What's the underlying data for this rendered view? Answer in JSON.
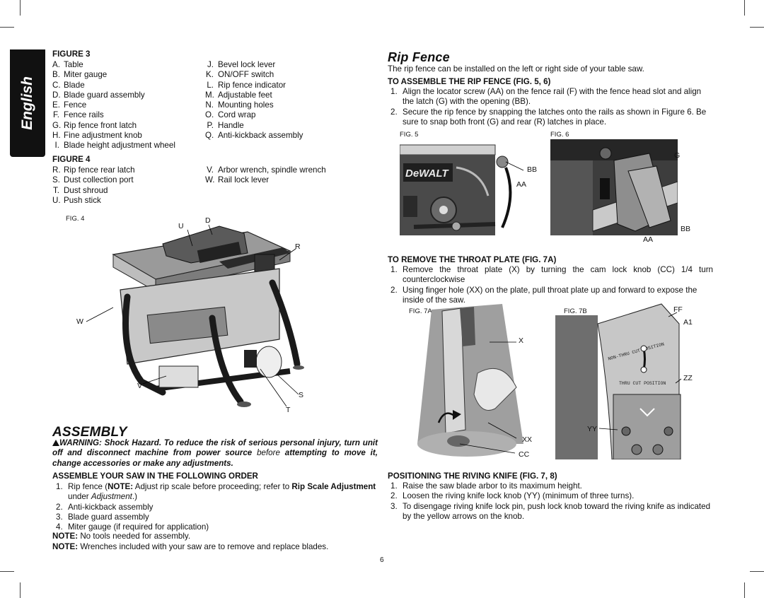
{
  "language_tab": "English",
  "page_number": "6",
  "fig3": {
    "heading": "FIGURE 3",
    "left": [
      {
        "k": "A.",
        "v": "Table"
      },
      {
        "k": "B.",
        "v": "Miter gauge"
      },
      {
        "k": "C.",
        "v": "Blade"
      },
      {
        "k": "D.",
        "v": "Blade guard assembly"
      },
      {
        "k": "E.",
        "v": "Fence"
      },
      {
        "k": "F.",
        "v": "Fence rails"
      },
      {
        "k": "G.",
        "v": "Rip fence front latch"
      },
      {
        "k": "H.",
        "v": "Fine adjustment knob"
      },
      {
        "k": "I.",
        "v": "Blade height adjustment wheel"
      }
    ],
    "right": [
      {
        "k": "J.",
        "v": "Bevel lock lever"
      },
      {
        "k": "K.",
        "v": "ON/OFF switch"
      },
      {
        "k": "L.",
        "v": "Rip fence indicator"
      },
      {
        "k": "M.",
        "v": "Adjustable feet"
      },
      {
        "k": "N.",
        "v": "Mounting holes"
      },
      {
        "k": "O.",
        "v": "Cord wrap"
      },
      {
        "k": "P.",
        "v": "Handle"
      },
      {
        "k": "Q.",
        "v": "Anti-kickback assembly"
      }
    ]
  },
  "fig4": {
    "heading": "FIGURE 4",
    "left": [
      {
        "k": "R.",
        "v": "Rip fence rear latch"
      },
      {
        "k": "S.",
        "v": "Dust collection port"
      },
      {
        "k": "T.",
        "v": "Dust shroud"
      },
      {
        "k": "U.",
        "v": "Push stick"
      }
    ],
    "right": [
      {
        "k": "V.",
        "v": "Arbor wrench, spindle wrench"
      },
      {
        "k": "W.",
        "v": "Rail lock lever"
      }
    ],
    "figure_label": "FIG. 4",
    "callouts": {
      "U": "U",
      "D": "D",
      "R": "R",
      "W": "W",
      "V": "V",
      "S": "S",
      "T": "T"
    }
  },
  "assembly": {
    "title": "ASSEMBLY",
    "warning_lead": "WARNING:",
    "warning_bold": "Shock Hazard. To reduce the risk of serious personal injury, turn unit off and disconnect machine from power source",
    "warning_plain": "before",
    "warning_tail": "attempting to move it, change accessories or make any adjustments.",
    "order_heading": "ASSEMBLE YOUR SAW IN THE FOLLOWING ORDER",
    "step1_a": "Rip fence (",
    "step1_note": "NOTE:",
    "step1_b": " Adjust rip scale before proceeding; refer to ",
    "step1_ref": "Rip Scale Adjustment",
    "step1_c": " under ",
    "step1_ital": "Adjustment",
    "step1_d": ".)",
    "step2": "Anti-kickback assembly",
    "step3": "Blade guard assembly",
    "step4": "Miter gauge (if required for application)",
    "note1_lead": "NOTE:",
    "note1": "No tools needed for assembly.",
    "note2_lead": "NOTE:",
    "note2": "Wrenches included with your saw are to remove and replace blades."
  },
  "rip_fence": {
    "title": "Rip Fence",
    "intro": "The rip fence can be installed on the left or right side of your table saw.",
    "assemble_heading": "TO ASSEMBLE THE RIP FENCE (FIG. 5, 6)",
    "steps": [
      "Align the locator screw (AA) on the fence rail (F) with the fence head slot and align the latch (G) with the opening (BB).",
      "Secure the rip fence by snapping the latches onto the rails as shown in Figure 6. Be sure to snap both front (G) and rear (R) latches in place."
    ],
    "fig5_label": "FIG. 5",
    "fig6_label": "FIG. 6",
    "fig5_callouts": {
      "BB": "BB",
      "AA": "AA"
    },
    "fig6_callouts": {
      "G": "G",
      "BB": "BB",
      "AA": "AA"
    },
    "brand": "DeWALT"
  },
  "throat_plate": {
    "heading": "TO REMOVE THE THROAT PLATE (FIG. 7A)",
    "steps": [
      "Remove the throat plate (X) by turning the cam lock knob (CC) 1/4 turn counterclockwise",
      "Using finger hole (XX) on the plate, pull throat plate up and forward to expose the inside of the saw."
    ],
    "fig7a_label": "FIG. 7A",
    "fig7b_label": "FIG. 7B",
    "fig7a_callouts": {
      "X": "X",
      "XX": "XX",
      "CC": "CC"
    },
    "fig7b_callouts": {
      "FF": "FF",
      "A1": "A1",
      "ZZ": "ZZ",
      "YY": "YY"
    },
    "fig7b_text1": "NON-THRU CUT POSITION",
    "fig7b_text2": "THRU CUT POSITION"
  },
  "riving_knife": {
    "heading": "POSITIONING THE RIVING KNIFE (FIG. 7, 8)",
    "steps": [
      "Raise the saw blade arbor to its maximum height.",
      "Loosen the riving knife lock knob (YY) (minimum of three turns).",
      "To disengage riving knife lock pin, push lock knob toward the riving knife as indicated by the yellow arrows on the knob."
    ]
  }
}
